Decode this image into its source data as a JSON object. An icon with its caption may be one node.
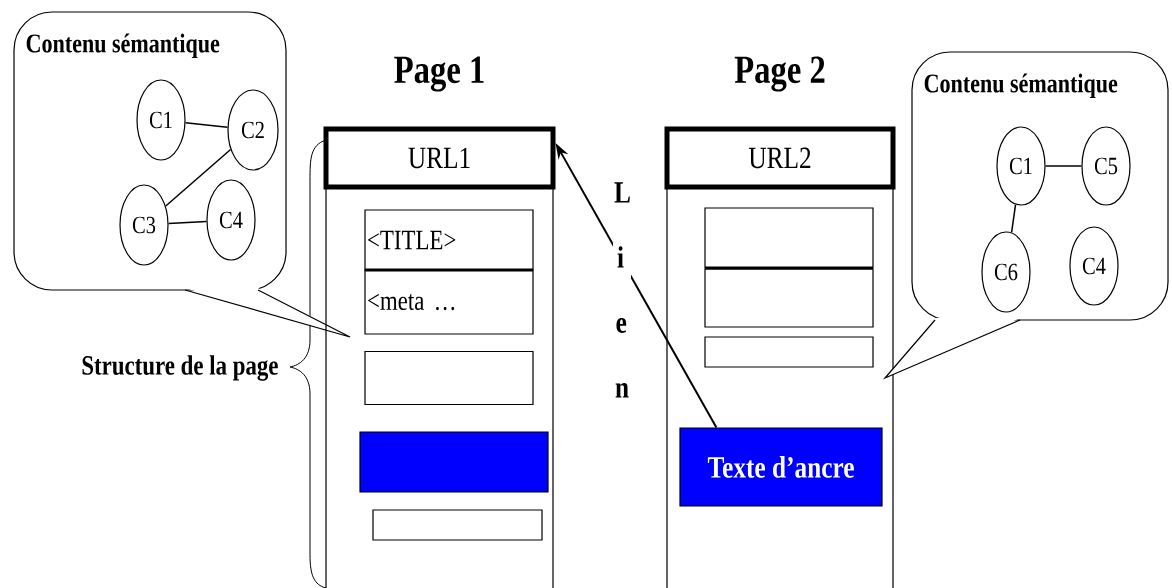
{
  "diagram": {
    "nodes": [
      {
        "text": [
          "Contenu sémantique"
        ]
      },
      {
        "text": [
          "C1"
        ],
        "in": 0
      },
      {
        "text": [
          "C2"
        ],
        "in": 0
      },
      {
        "text": [
          "C3"
        ],
        "in": 0
      },
      {
        "text": [
          "C4"
        ],
        "in": 0
      },
      {
        "text": [
          "Page 1"
        ]
      },
      {
        "text": [
          "URL1"
        ],
        "in": 5
      },
      {
        "text": [
          "<TITLE>"
        ],
        "in": 5
      },
      {
        "text": [
          "<meta …"
        ],
        "in": 5
      },
      {
        "text": [],
        "shape": "box",
        "in": 5
      },
      {
        "text": [],
        "shape": "box",
        "in": 5
      },
      {
        "text": [],
        "shape": "box",
        "in": 5
      },
      {
        "text": [
          "Page 2"
        ]
      },
      {
        "text": [
          "URL2"
        ],
        "in": 12
      },
      {
        "text": [],
        "shape": "box",
        "in": 12
      },
      {
        "text": [],
        "shape": "box",
        "in": 12
      },
      {
        "text": [],
        "shape": "box",
        "in": 12
      },
      {
        "text": [
          "Texte d’ancre"
        ],
        "in": 12
      },
      {
        "text": [
          "Contenu sémantique"
        ]
      },
      {
        "text": [
          "C1"
        ],
        "in": 18
      },
      {
        "text": [
          "C5"
        ],
        "in": 18
      },
      {
        "text": [
          "C6"
        ],
        "in": 18
      },
      {
        "text": [
          "C4"
        ],
        "in": 18
      }
    ],
    "edges": [
      {
        "from": 1,
        "to": 2,
        "arrow": "none"
      },
      {
        "from": 2,
        "to": 3,
        "arrow": "none"
      },
      {
        "from": 3,
        "to": 4,
        "arrow": "none"
      },
      {
        "from": 19,
        "to": 20,
        "arrow": "none"
      },
      {
        "from": 19,
        "to": 21,
        "arrow": "none"
      },
      {
        "from": 17,
        "to": 6,
        "arrow": "to",
        "label": "Lien"
      }
    ],
    "labels": [
      "Structure de la page"
    ]
  }
}
